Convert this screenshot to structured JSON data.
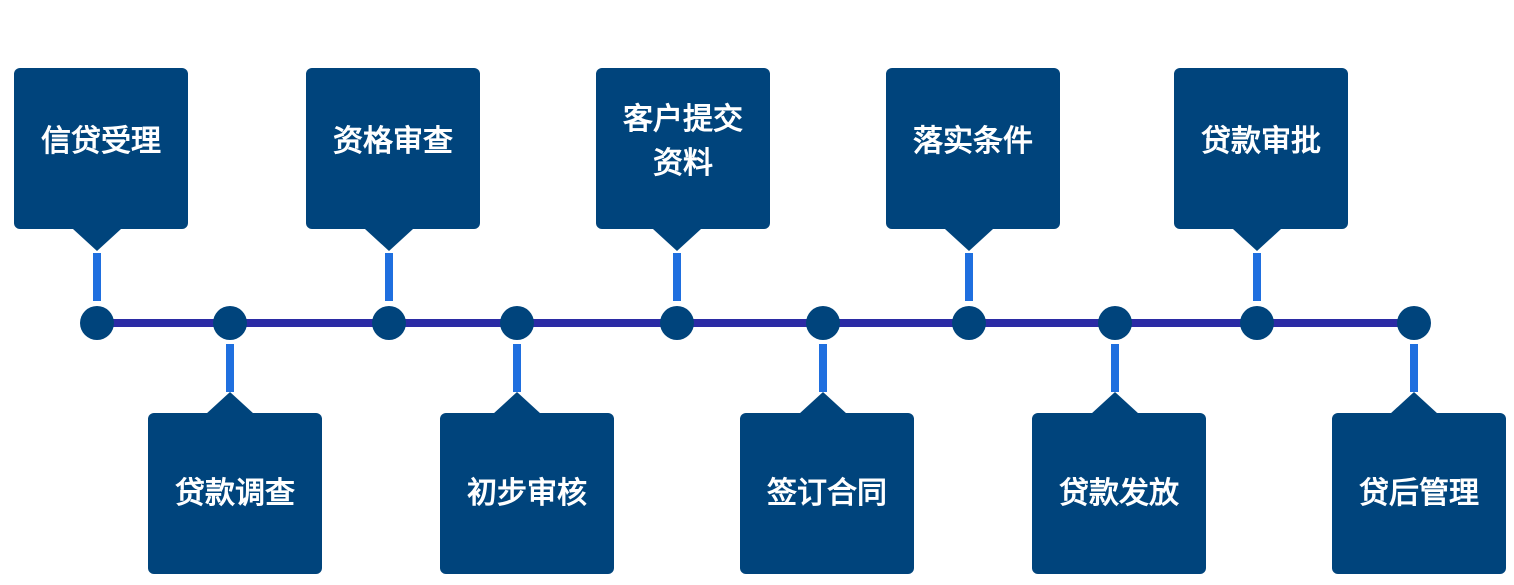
{
  "title": "信贷流程",
  "steps": [
    {
      "label": "信贷受理",
      "side": "top"
    },
    {
      "label": "贷款调查",
      "side": "bottom"
    },
    {
      "label": "资格审查",
      "side": "top"
    },
    {
      "label": "初步审核",
      "side": "bottom"
    },
    {
      "label": "客户提交资料",
      "side": "top"
    },
    {
      "label": "签订合同",
      "side": "bottom"
    },
    {
      "label": "落实条件",
      "side": "top"
    },
    {
      "label": "贷款发放",
      "side": "bottom"
    },
    {
      "label": "贷款审批",
      "side": "top"
    },
    {
      "label": "贷后管理",
      "side": "bottom"
    }
  ],
  "colors": {
    "box": "#00447c",
    "axis": "#2b2ba5",
    "connector": "#1f6fdf",
    "dot": "#00447c"
  }
}
